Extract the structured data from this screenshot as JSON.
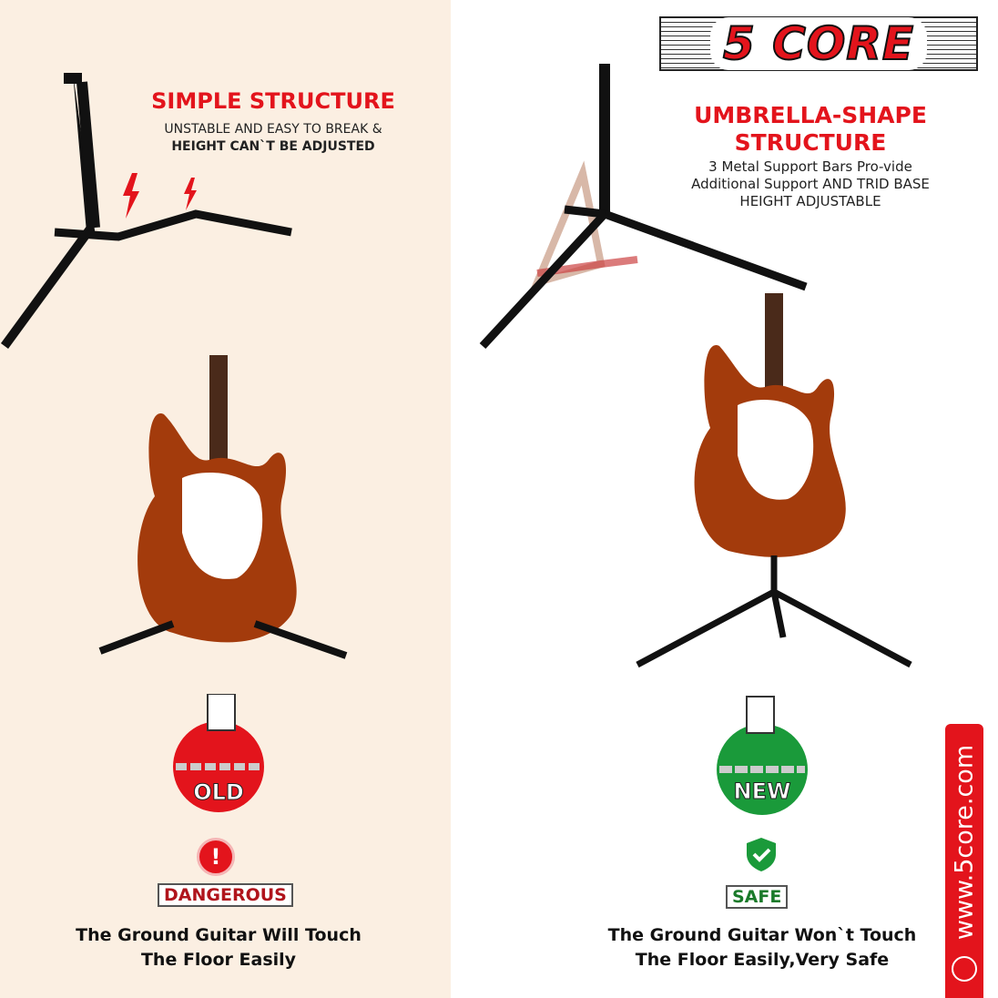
{
  "brand": {
    "logo_text": "5 CORE",
    "website": "www.5core.com"
  },
  "old": {
    "title": "SIMPLE STRUCTURE",
    "line1": "UNSTABLE AND EASY TO BREAK &",
    "line2": "HEIGHT CAN`T BE ADJUSTED",
    "badge": "OLD",
    "status": "DANGEROUS",
    "caption1": "The Ground Guitar Will Touch",
    "caption2": "The Floor Easily"
  },
  "new": {
    "title1": "UMBRELLA-SHAPE",
    "title2": "STRUCTURE",
    "line1": "3 Metal Support Bars Pro-vide",
    "line2": "Additional Support AND  TRID BASE",
    "line3": "HEIGHT ADJUSTABLE",
    "badge": "NEW",
    "status": "SAFE",
    "caption1": "The Ground Guitar Won`t Touch",
    "caption2": "The Floor Easily,Very Safe"
  },
  "colors": {
    "red": "#e3141c",
    "green": "#1a9a3a",
    "peach": "#fbefe2"
  }
}
